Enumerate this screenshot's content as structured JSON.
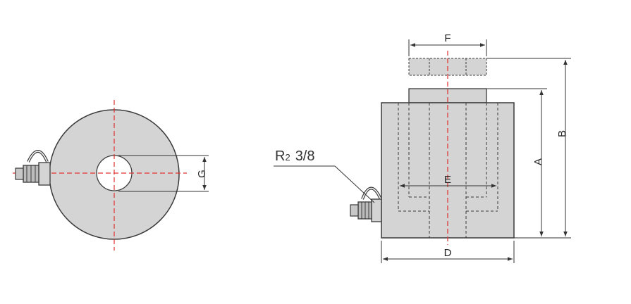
{
  "labels": {
    "A": "A",
    "B": "B",
    "D": "D",
    "E": "E",
    "F": "F",
    "G": "G",
    "port_prefix": "R",
    "port_subscript": "2",
    "port_size": "3/8"
  },
  "colors": {
    "body_fill": "#d4d4d4",
    "outline": "#3a3a3a",
    "centerline": "#e03030",
    "hole_fill": "#ffffff"
  }
}
